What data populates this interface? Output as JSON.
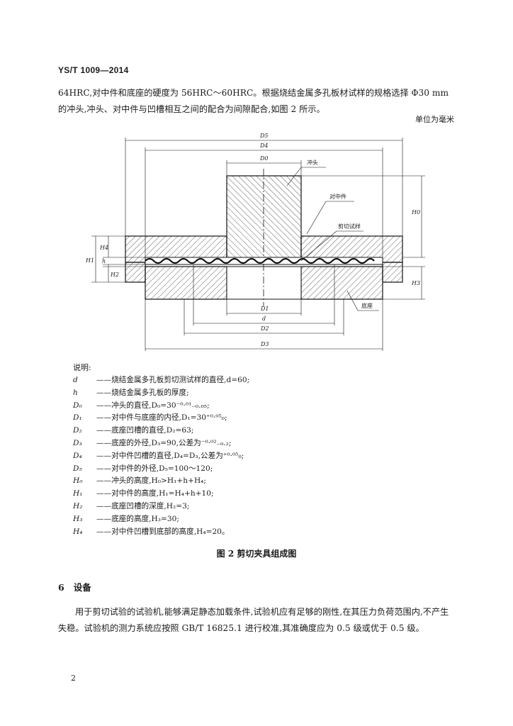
{
  "header": {
    "standard_id": "YS/T 1009—2014"
  },
  "intro_paragraph": "64HRC,对中件和底座的硬度为 56HRC～60HRC。根据烧结金属多孔板材试样的规格选择 Φ30 mm 的冲头,冲头、对中件与凹槽相互之间的配合为间隙配合,如图 2 所示。",
  "unit_note": "单位为毫米",
  "figure": {
    "dimensions_top": [
      "D5",
      "D4",
      "D0"
    ],
    "dimensions_bottom": [
      "D1",
      "d",
      "D2",
      "D3"
    ],
    "heights_left": [
      "H4",
      "H1",
      "h",
      "H2"
    ],
    "heights_right": [
      "H0",
      "H3"
    ],
    "callouts": {
      "punch": "冲头",
      "centering": "对中件",
      "specimen": "剪切试样",
      "base": "底座"
    }
  },
  "legend": {
    "title": "说明:",
    "items": [
      {
        "symbol": "d",
        "text": "——烧结金属多孔板剪切测试样的直径,d=60;"
      },
      {
        "symbol": "h",
        "text": "——烧结金属多孔板的厚度;"
      },
      {
        "symbol": "D₀",
        "text": "——冲头的直径,D₀=30⁻⁰·⁰¹₋₀.₀₅;"
      },
      {
        "symbol": "D₁",
        "text": "——对中件与底座的内径,D₁=30⁺⁰·⁰⁵₀;"
      },
      {
        "symbol": "D₂",
        "text": "——底座凹槽的直径,D₂=63;"
      },
      {
        "symbol": "D₃",
        "text": "——底座的外径,D₃=90,公差为⁻⁰·⁰²₋₀.₂;"
      },
      {
        "symbol": "D₄",
        "text": "——对中件凹槽的直径,D₄=D₃,公差为⁺⁰·⁰⁵₀;"
      },
      {
        "symbol": "D₅",
        "text": "——对中件的外径,D₅=100～120;"
      },
      {
        "symbol": "H₀",
        "text": "——冲头的高度,H₀>H₁+h+H₄;"
      },
      {
        "symbol": "H₁",
        "text": "——对中件的高度,H₁=H₄+h+10;"
      },
      {
        "symbol": "H₂",
        "text": "——底座凹槽的深度,H₂=3;"
      },
      {
        "symbol": "H₃",
        "text": "——底座的高度,H₃=30;"
      },
      {
        "symbol": "H₄",
        "text": "——对中件凹槽到底部的高度,H₄=20。"
      }
    ]
  },
  "caption": "图 2   剪切夹具组成图",
  "section": {
    "number": "6",
    "title": "设备"
  },
  "section_paragraph": "用于剪切试验的试验机,能够满足静态加载条件,试验机应有足够的刚性,在其压力负荷范围内,不产生失稳。试验机的测力系统应按照 GB/T 16825.1 进行校准,其准确度应为 0.5 级或优于 0.5 级。",
  "page_number": "2"
}
